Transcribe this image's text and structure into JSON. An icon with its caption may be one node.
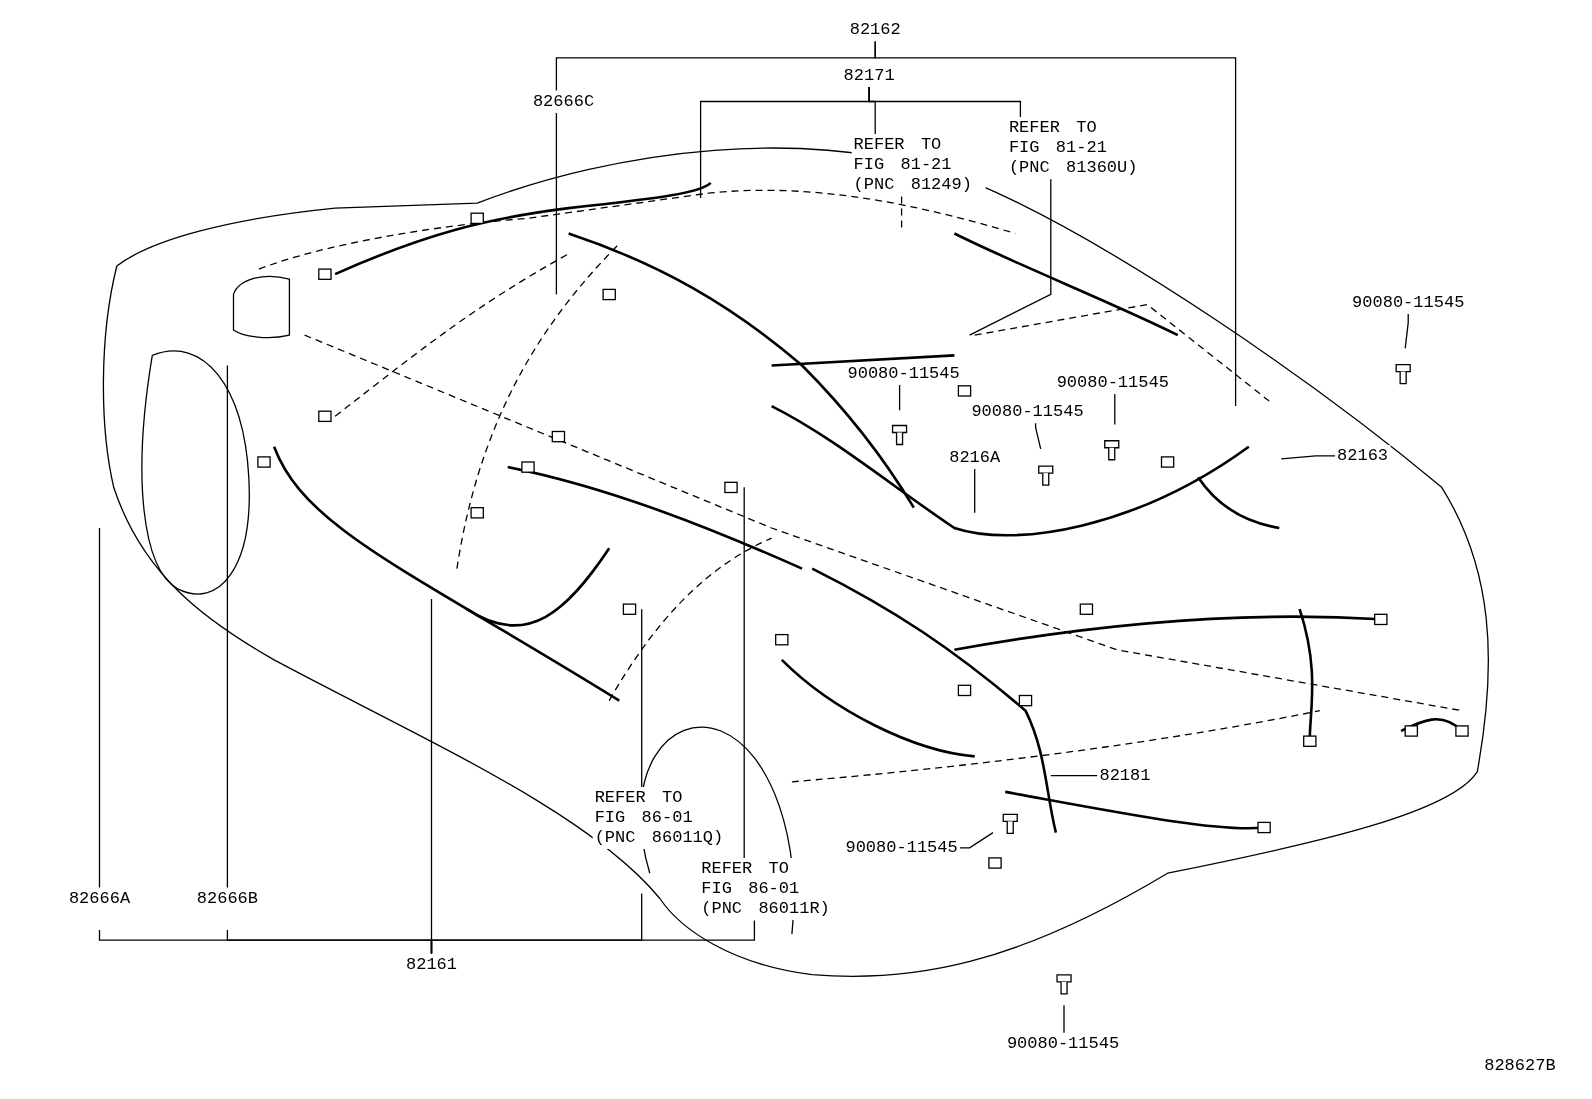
{
  "diagram": {
    "nodes": [
      {
        "text": [
          "82162"
        ]
      },
      {
        "text": [
          "82171"
        ]
      },
      {
        "text": [
          "82666C"
        ]
      },
      {
        "text": [
          "REFER TO FIG 81-21 (PNC 81249)"
        ]
      },
      {
        "text": [
          "REFER TO FIG 81-21 (PNC 81360U)"
        ]
      },
      {
        "text": [
          "90080-11545"
        ]
      },
      {
        "text": [
          "90080-11545"
        ]
      },
      {
        "text": [
          "90080-11545"
        ]
      },
      {
        "text": [
          "90080-11545"
        ]
      },
      {
        "text": [
          "8216A"
        ]
      },
      {
        "text": [
          "82163"
        ]
      },
      {
        "text": [
          "82181"
        ]
      },
      {
        "text": [
          "90080-11545"
        ]
      },
      {
        "text": [
          "REFER TO FIG 86-01 (PNC 86011Q)"
        ]
      },
      {
        "text": [
          "REFER TO FIG 86-01 (PNC 86011R)"
        ]
      },
      {
        "text": [
          "82666A"
        ]
      },
      {
        "text": [
          "82666B"
        ]
      },
      {
        "text": [
          "82161"
        ]
      },
      {
        "text": [
          "90080-11545"
        ]
      }
    ],
    "edges": [
      {
        "from": 0,
        "to": 2,
        "arrow": "none"
      },
      {
        "from": 0,
        "to": null,
        "arrow": "none"
      },
      {
        "from": 1,
        "to": null,
        "arrow": "none"
      },
      {
        "from": 1,
        "to": 3,
        "arrow": "none"
      },
      {
        "from": 1,
        "to": 4,
        "arrow": "none"
      },
      {
        "from": 2,
        "to": null,
        "arrow": "none"
      },
      {
        "from": 3,
        "to": null,
        "arrow": "none",
        "style": "dashed"
      },
      {
        "from": 4,
        "to": null,
        "arrow": "none"
      },
      {
        "from": 5,
        "to": null,
        "arrow": "none"
      },
      {
        "from": 6,
        "to": null,
        "arrow": "none"
      },
      {
        "from": 7,
        "to": null,
        "arrow": "none"
      },
      {
        "from": 8,
        "to": null,
        "arrow": "none"
      },
      {
        "from": 9,
        "to": null,
        "arrow": "none"
      },
      {
        "from": 10,
        "to": null,
        "arrow": "none"
      },
      {
        "from": 11,
        "to": null,
        "arrow": "none"
      },
      {
        "from": 12,
        "to": null,
        "arrow": "none"
      },
      {
        "from": 13,
        "to": null,
        "arrow": "none"
      },
      {
        "from": 14,
        "to": null,
        "arrow": "none"
      },
      {
        "from": 15,
        "to": null,
        "arrow": "none"
      },
      {
        "from": 16,
        "to": null,
        "arrow": "none"
      },
      {
        "from": 17,
        "to": null,
        "arrow": "none"
      },
      {
        "from": 17,
        "to": null,
        "arrow": "none"
      },
      {
        "from": 17,
        "to": null,
        "arrow": "none"
      },
      {
        "from": 17,
        "to": null,
        "arrow": "none"
      },
      {
        "from": 17,
        "to": 14,
        "arrow": "none"
      },
      {
        "from": 18,
        "to": null,
        "arrow": "none"
      }
    ],
    "labels": [
      "828627B"
    ]
  }
}
